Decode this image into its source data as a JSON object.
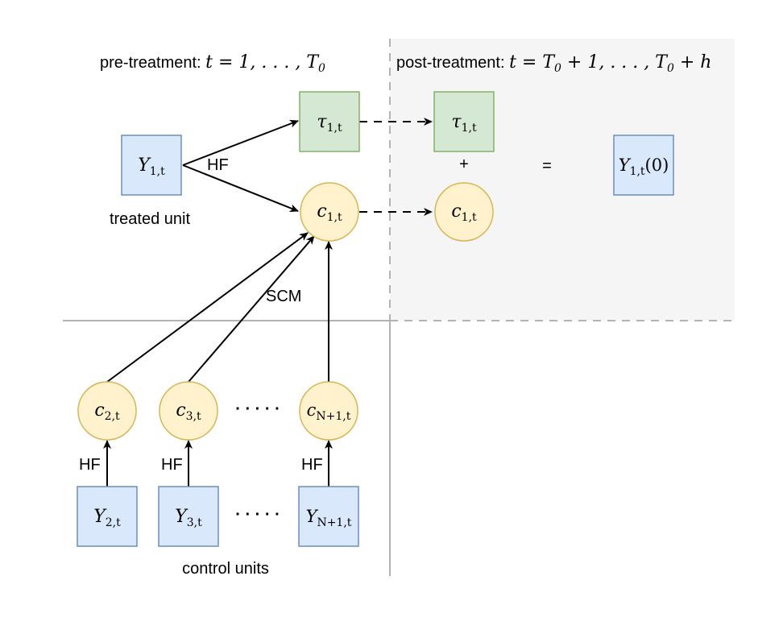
{
  "colors": {
    "blue_fill": "#dae8fc",
    "blue_stroke": "#6c8ebf",
    "green_fill": "#d5e8d4",
    "green_stroke": "#82b366",
    "yellow_fill": "#fff2cc",
    "yellow_stroke": "#d6b656",
    "post_region_fill": "#f5f5f5",
    "divider": "#b3b3b3"
  },
  "headers": {
    "pre_prefix": "pre-treatment: ",
    "pre_math": "t = 1, . . . , T",
    "pre_math_sub": "0",
    "post_prefix": "post-treatment: ",
    "post_math_1": "t = T",
    "post_math_sub1": "0",
    "post_math_2": " + 1, . . . , T",
    "post_math_sub2": "0",
    "post_math_3": " + h"
  },
  "labels": {
    "treated_unit": "treated unit",
    "control_units": "control units",
    "scm": "SCM",
    "hf": "HF",
    "plus": "+",
    "equals": "=",
    "ellipsis": "· · · · ·"
  },
  "nodes": {
    "y1": {
      "main": "Y",
      "sub": "1,t"
    },
    "tau_pre": {
      "main": "τ",
      "sub": "1,t"
    },
    "c1_pre": {
      "main": "c",
      "sub": "1,t"
    },
    "tau_post": {
      "main": "τ",
      "sub": "1,t"
    },
    "c1_post": {
      "main": "c",
      "sub": "1,t"
    },
    "y1_0": {
      "main": "Y",
      "sub": "1,t",
      "suffix": "(0)"
    },
    "c2": {
      "main": "c",
      "sub": "2,t"
    },
    "c3": {
      "main": "c",
      "sub": "3,t"
    },
    "cN": {
      "main": "c",
      "sub": "N+1,t"
    },
    "y2": {
      "main": "Y",
      "sub": "2,t"
    },
    "y3": {
      "main": "Y",
      "sub": "3,t"
    },
    "yN": {
      "main": "Y",
      "sub": "N+1,t"
    }
  }
}
